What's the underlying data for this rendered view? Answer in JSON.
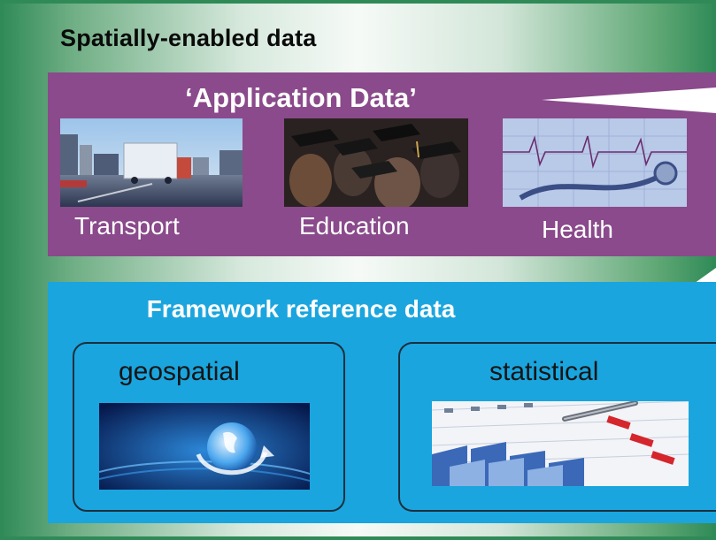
{
  "title": "Spatially-enabled data",
  "application": {
    "title": "‘Application Data’",
    "items": [
      {
        "label": "Transport",
        "icon": "transport-photo"
      },
      {
        "label": "Education",
        "icon": "graduation-photo"
      },
      {
        "label": "Health",
        "icon": "health-stethoscope-photo"
      }
    ]
  },
  "framework": {
    "title": "Framework reference data",
    "boxes": [
      {
        "label": "geospatial",
        "icon": "globe-photo"
      },
      {
        "label": "statistical",
        "icon": "statistics-chart-photo"
      }
    ]
  },
  "colors": {
    "frame_green": "#2f8a57",
    "application_panel": "#8a4a8b",
    "framework_panel": "#1aa5de",
    "box_border": "#1b2f3e"
  }
}
